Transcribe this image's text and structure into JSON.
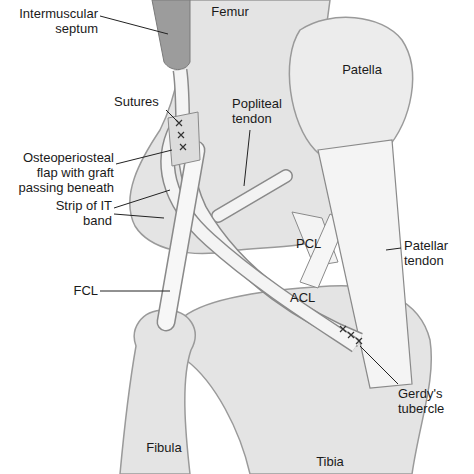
{
  "diagram": {
    "labels": [
      "Femur",
      "Intermuscular septum",
      "Patella",
      "Sutures",
      "Osteoperiosteal flap with graft passing beneath",
      "Popliteal tendon",
      "Strip of IT band",
      "PCL",
      "ACL",
      "FCL",
      "Patellar tendon",
      "Gerdy's tubercle",
      "Fibula",
      "Tibia"
    ]
  }
}
